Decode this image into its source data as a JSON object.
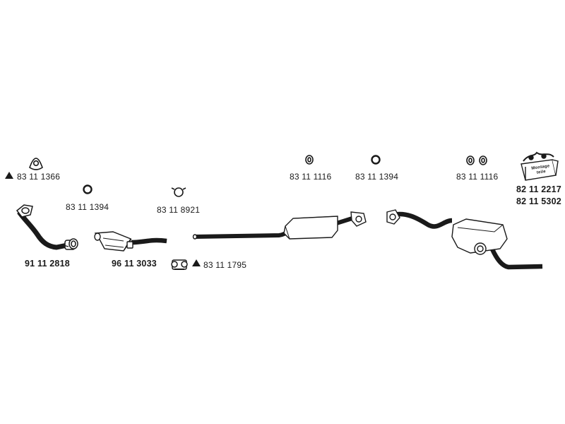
{
  "parts": {
    "flange_gasket": "83 11 1366",
    "ring_left": "83 11 1394",
    "front_pipe": "91 11 2818",
    "clamp_small": "83 11 8921",
    "catalyst": "96 11 3033",
    "clamp_double": "83 11 1795",
    "rubber_mount_mid": "83 11 1116",
    "ring_mid": "83 11 1394",
    "rubber_mounts_right": "83 11 1116",
    "mounting_kit_1": "82 11 2217",
    "mounting_kit_2": "82 11 5302"
  },
  "mounting_box_text": "Montage teile"
}
